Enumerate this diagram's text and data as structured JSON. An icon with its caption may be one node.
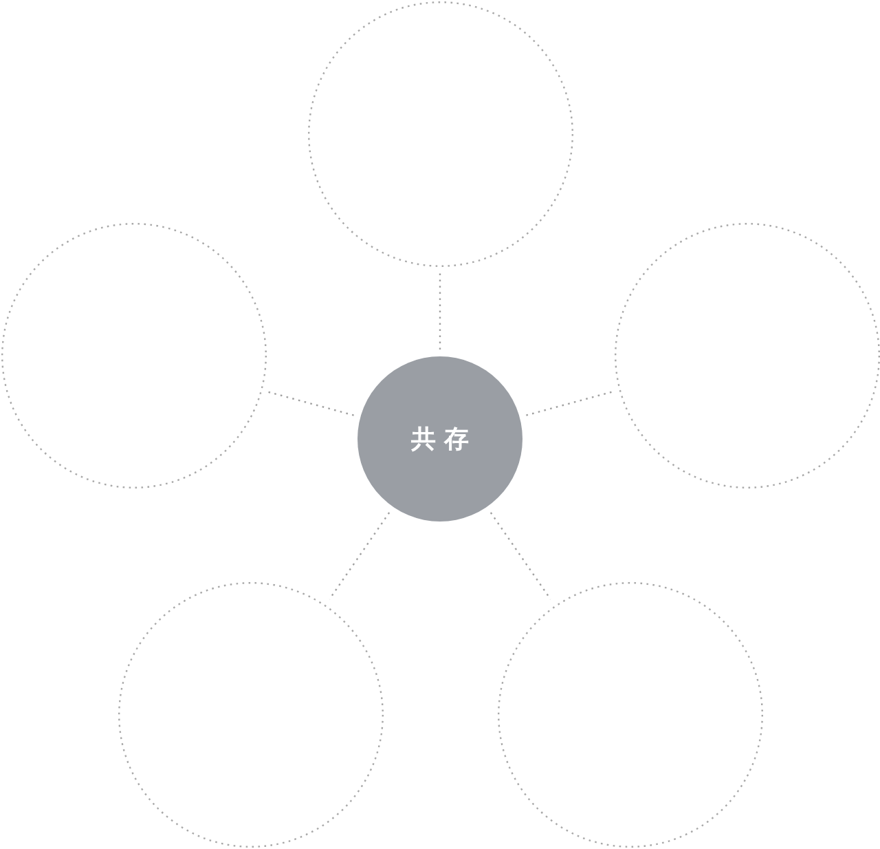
{
  "diagram": {
    "nodes": [
      {
        "text": [
          "共存"
        ]
      },
      {
        "text": [],
        "shape": "circle"
      },
      {
        "text": [],
        "shape": "circle"
      },
      {
        "text": [],
        "shape": "circle"
      },
      {
        "text": [],
        "shape": "circle"
      },
      {
        "text": [],
        "shape": "circle"
      }
    ],
    "edges": [
      {
        "from": 0,
        "to": 1,
        "arrow": "none",
        "style": "dashed"
      },
      {
        "from": 0,
        "to": 2,
        "arrow": "none",
        "style": "dashed"
      },
      {
        "from": 0,
        "to": 3,
        "arrow": "none",
        "style": "dashed"
      },
      {
        "from": 0,
        "to": 4,
        "arrow": "none",
        "style": "dashed"
      },
      {
        "from": 0,
        "to": 5,
        "arrow": "none",
        "style": "dashed"
      }
    ]
  }
}
